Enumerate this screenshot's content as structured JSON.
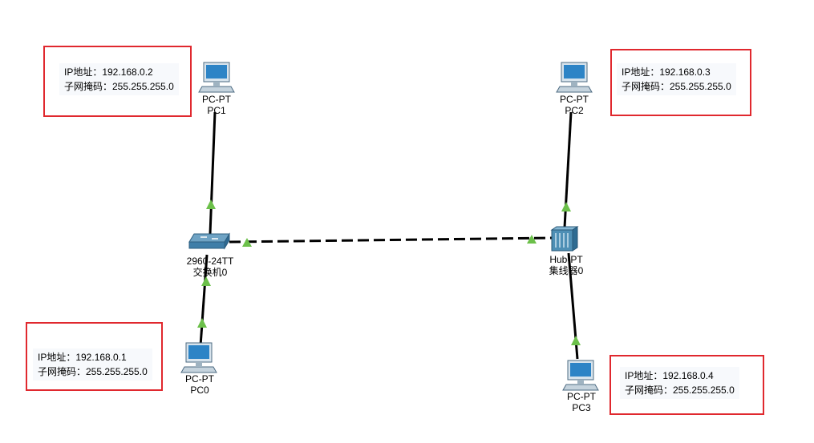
{
  "devices": {
    "pc0": {
      "type": "PC-PT",
      "name": "PC0"
    },
    "pc1": {
      "type": "PC-PT",
      "name": "PC1"
    },
    "pc2": {
      "type": "PC-PT",
      "name": "PC2"
    },
    "pc3": {
      "type": "PC-PT",
      "name": "PC3"
    },
    "switch": {
      "type": "2960-24TT",
      "name": "交换机0"
    },
    "hub": {
      "type": "Hub-PT",
      "name": "集线器0"
    }
  },
  "notes": {
    "pc0": {
      "ip": "IP地址：192.168.0.1",
      "mask": "子网掩码：255.255.255.0"
    },
    "pc1": {
      "ip": "IP地址：192.168.0.2",
      "mask": "子网掩码：255.255.255.0"
    },
    "pc2": {
      "ip": "IP地址：192.168.0.3",
      "mask": "子网掩码：255.255.255.0"
    },
    "pc3": {
      "ip": "IP地址：192.168.0.4",
      "mask": "子网掩码：255.255.255.0"
    }
  },
  "colors": {
    "link": "#000000",
    "link_up_indicator": "#6cc04a",
    "highlight_box": "#e0282e",
    "note_bg": "#f7f9fc"
  },
  "links": [
    {
      "from": "switch",
      "to": "pc1",
      "style": "solid"
    },
    {
      "from": "switch",
      "to": "pc0",
      "style": "solid"
    },
    {
      "from": "switch",
      "to": "hub",
      "style": "dashed"
    },
    {
      "from": "hub",
      "to": "pc2",
      "style": "solid"
    },
    {
      "from": "hub",
      "to": "pc3",
      "style": "solid"
    }
  ]
}
